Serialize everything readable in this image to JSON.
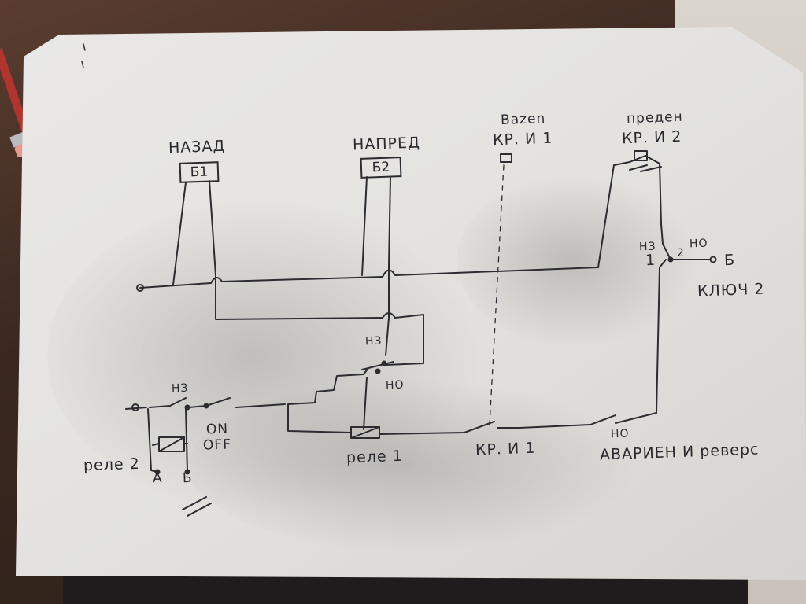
{
  "labels": {
    "nazad": "НАЗАД",
    "b1": "Б1",
    "napred": "НАПРЕД",
    "b2": "Б2",
    "vazen": "Bazen",
    "kr_i1_top": "КР. И 1",
    "preden": "преден",
    "kr_i2": "КР. И 2",
    "nz_right": "НЗ",
    "one_right": "1",
    "two_right": "2",
    "no_right": "НО",
    "b_terminal": "Б",
    "klyuch2": "КЛЮЧ 2",
    "nz_relay1": "НЗ",
    "no_relay1": "НО",
    "nz_left": "НЗ",
    "on": "ON",
    "off": "OFF",
    "rele2": "реле 2",
    "terminal_a": "А",
    "terminal_b": "Б",
    "rele1": "реле 1",
    "kr_i1_bottom": "КР. И 1",
    "no_bottom": "НО",
    "avarien_revers": "АВАРИЕН И реверс"
  },
  "colors": {
    "paper": "#e8e6e3",
    "ink": "#2a2a2e",
    "table": "#3b2a22"
  }
}
